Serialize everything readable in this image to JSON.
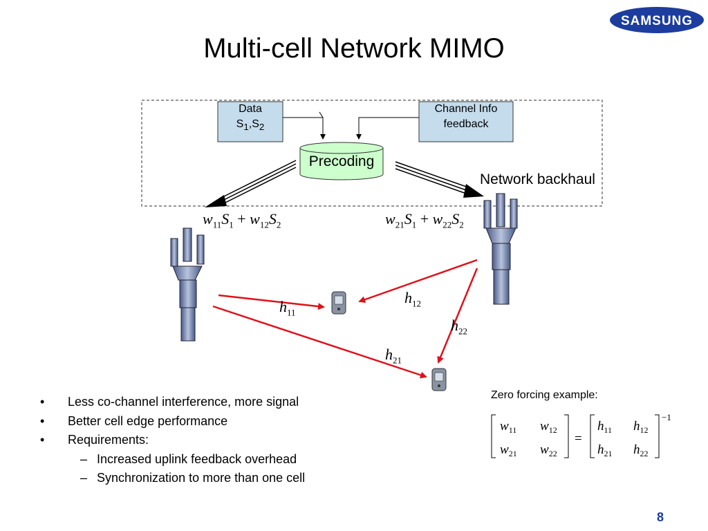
{
  "slide": {
    "title": "Multi-cell Network MIMO",
    "logo_text": "SAMSUNG",
    "page_number": "8"
  },
  "diagram": {
    "data_box": {
      "line1": "Data",
      "line2_s1": "S",
      "line2_sub1": "1",
      "line2_sep": ",S",
      "line2_sub2": "2"
    },
    "channel_box": {
      "line1": "Channel Info",
      "line2": "feedback"
    },
    "precoding": "Precoding",
    "backhaul": "Network  backhaul",
    "eq_left": {
      "w1": "w",
      "w1_sub": "11",
      "s1": "S",
      "s1_sub": "1",
      "plus": " + ",
      "w2": "w",
      "w2_sub": "12",
      "s2": "S",
      "s2_sub": "2"
    },
    "eq_right": {
      "w1": "w",
      "w1_sub": "21",
      "s1": "S",
      "s1_sub": "1",
      "plus": " + ",
      "w2": "w",
      "w2_sub": "22",
      "s2": "S",
      "s2_sub": "2"
    },
    "channels": {
      "h11": {
        "sym": "h",
        "sub": "11"
      },
      "h12": {
        "sym": "h",
        "sub": "12"
      },
      "h21": {
        "sym": "h",
        "sub": "21"
      },
      "h22": {
        "sym": "h",
        "sub": "22"
      }
    },
    "colors": {
      "box_fill": "#c4dcec",
      "cylinder_fill": "#ccffcc",
      "channel_arrow": "#e0101a",
      "logo_blue": "#1c3d9e"
    }
  },
  "bullets": [
    {
      "marker": "•",
      "text": "Less co-channel interference, more signal",
      "level": 1
    },
    {
      "marker": "•",
      "text": "Better cell edge performance",
      "level": 1
    },
    {
      "marker": "•",
      "text": "Requirements:",
      "level": 1
    },
    {
      "marker": "–",
      "text": "Increased  uplink feedback overhead",
      "level": 2
    },
    {
      "marker": "–",
      "text": "Synchronization to more than one cell",
      "level": 2
    }
  ],
  "zero_forcing": {
    "label": "Zero forcing example:",
    "lhs": [
      [
        "w",
        "11",
        "w",
        "12"
      ],
      [
        "w",
        "21",
        "w",
        "22"
      ]
    ],
    "rhs": [
      [
        "h",
        "11",
        "h",
        "12"
      ],
      [
        "h",
        "21",
        "h",
        "22"
      ]
    ],
    "equals": "=",
    "exponent": "−1"
  }
}
